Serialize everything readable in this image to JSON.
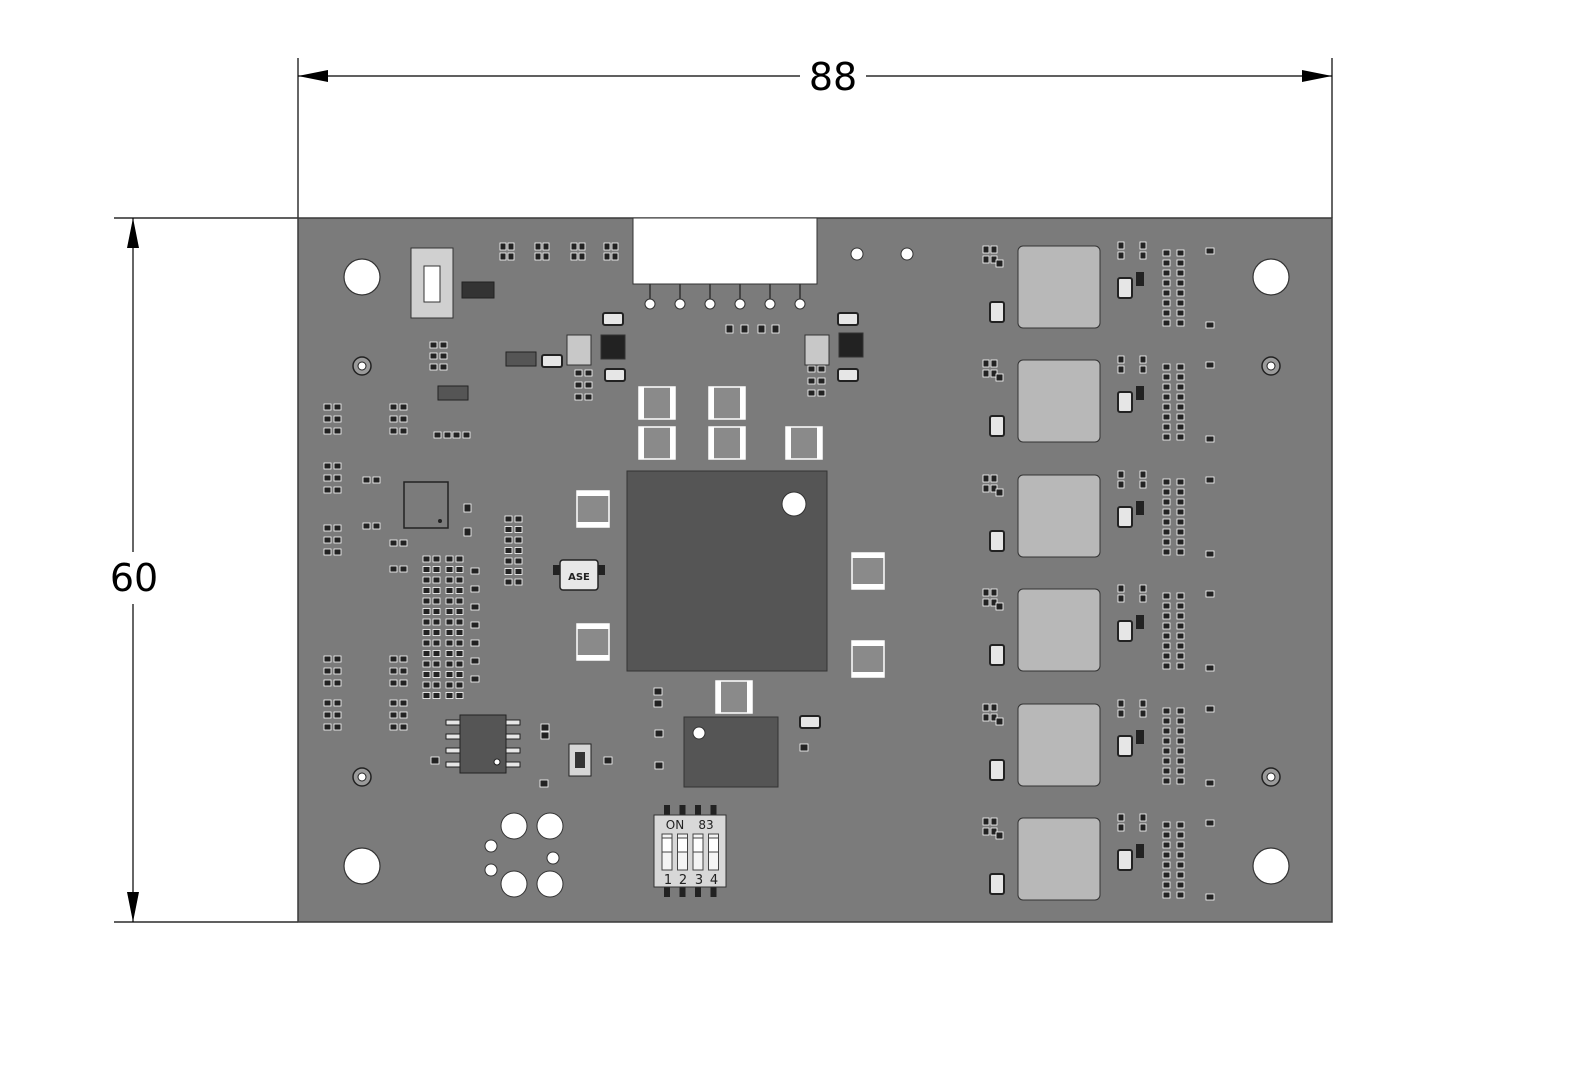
{
  "drawing": {
    "dimensions": {
      "width_label": "88",
      "height_label": "60"
    },
    "labels": {
      "crystal": "ASE",
      "dip_on": "ON",
      "dip_code": "83",
      "dip_positions": [
        "1",
        "2",
        "3",
        "4"
      ]
    },
    "colors": {
      "board": "#7b7b7b",
      "board_outline": "#3a3a3a",
      "main_chip": "#555555",
      "inductor": "#b8b8b8",
      "connector": "#ffffff",
      "smd_dark": "#222222",
      "smd_light": "#e6e6e6"
    }
  }
}
